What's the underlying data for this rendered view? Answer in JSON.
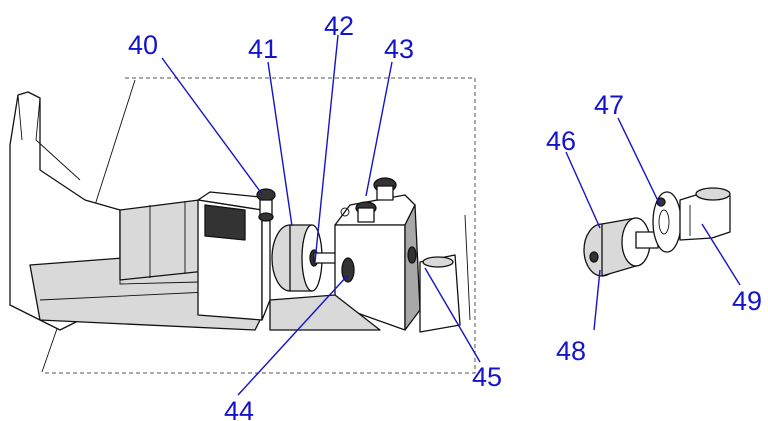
{
  "callouts": [
    {
      "id": "40",
      "text": "40"
    },
    {
      "id": "41",
      "text": "41"
    },
    {
      "id": "42",
      "text": "42"
    },
    {
      "id": "43",
      "text": "43"
    },
    {
      "id": "44",
      "text": "44"
    },
    {
      "id": "45",
      "text": "45"
    },
    {
      "id": "46",
      "text": "46"
    },
    {
      "id": "47",
      "text": "47"
    },
    {
      "id": "48",
      "text": "48"
    },
    {
      "id": "49",
      "text": "49"
    }
  ],
  "colors": {
    "callout": "#1414c8",
    "line": "#111111",
    "shade": "#d9d9d9"
  }
}
